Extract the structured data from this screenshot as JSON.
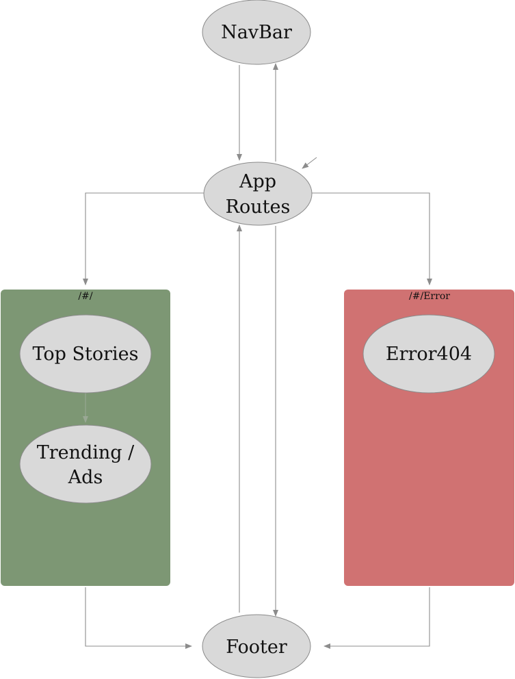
{
  "colors": {
    "node_fill": "#d9d9d9",
    "node_stroke": "#8a8a8a",
    "edge": "#8c8c8c",
    "home_panel": "#7d9774",
    "error_panel": "#d07272"
  },
  "panels": {
    "home": {
      "label": "/#/"
    },
    "error": {
      "label": "/#/Error"
    }
  },
  "nodes": {
    "navbar": {
      "label": "NavBar"
    },
    "app_routes": {
      "line1": "App",
      "line2": "Routes"
    },
    "top_stories": {
      "label": "Top Stories"
    },
    "trending_ads": {
      "line1": "Trending /",
      "line2": "Ads"
    },
    "error404": {
      "label": "Error404"
    },
    "footer": {
      "label": "Footer"
    }
  }
}
